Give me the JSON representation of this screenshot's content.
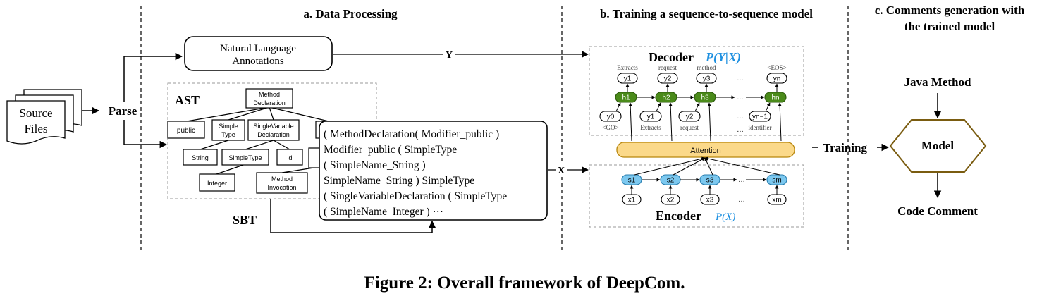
{
  "colors": {
    "decoder_node": "#4a8a1a",
    "encoder_node": "#7cc8ef",
    "attention_fill": "#fbd98a",
    "attention_stroke": "#b8860b",
    "model_stroke": "#7a5c10",
    "probability_text": "#1e90e0"
  },
  "sections": {
    "a": "a. Data Processing",
    "b": "b. Training a sequence-to-sequence model",
    "c_line1": "c. Comments generation with",
    "c_line2": "the trained model"
  },
  "processing": {
    "source_line1": "Source",
    "source_line2": "Files",
    "parse": "Parse",
    "nl_line1": "Natural Language",
    "nl_line2": "Annotations",
    "y_label": "Y",
    "x_label": "X",
    "ast_label": "AST",
    "sbt_label": "SBT",
    "ast_nodes": {
      "method_decl_1": "Method",
      "method_decl_2": "Declaration",
      "public": "public",
      "simple_type_1": "Simple",
      "simple_type_2": "Type",
      "svd_1": "SingleVariable",
      "svd_2": "Declaration",
      "string": "String",
      "simpletype": "SimpleType",
      "id": "id",
      "integer": "Integer",
      "method_inv_1": "Method",
      "method_inv_2": "Invocation"
    },
    "sbt_lines": [
      "( MethodDeclaration( Modifier_public )",
      "Modifier_public ( SimpleType",
      "( SimpleName_String )",
      "SimpleName_String ) SimpleType",
      "( SingleVariableDeclaration ( SimpleType",
      "( SimpleName_Integer ) ⋯"
    ]
  },
  "seq2seq": {
    "decoder_title": "Decoder",
    "decoder_prob": "P(Y|X)",
    "encoder_title": "Encoder",
    "encoder_prob": "P(X)",
    "attention": "Attention",
    "top_words": [
      "Extracts",
      "request",
      "method",
      "<EOS>"
    ],
    "outputs": [
      "y1",
      "y2",
      "y3",
      "yn"
    ],
    "hidden": [
      "h1",
      "h2",
      "h3",
      "hn"
    ],
    "dec_inputs": [
      "y0",
      "y1",
      "y2",
      "yn−1"
    ],
    "dec_input_words": [
      "<GO>",
      "Extracts",
      "request",
      "identifier"
    ],
    "enc_states": [
      "s1",
      "s2",
      "s3",
      "sm"
    ],
    "enc_inputs": [
      "x1",
      "x2",
      "x3",
      "xm"
    ],
    "ellipsis": "…"
  },
  "generation": {
    "training": "Training",
    "java_method": "Java Method",
    "model": "Model",
    "code_comment": "Code Comment"
  },
  "caption": "Figure 2: Overall framework of DeepCom."
}
